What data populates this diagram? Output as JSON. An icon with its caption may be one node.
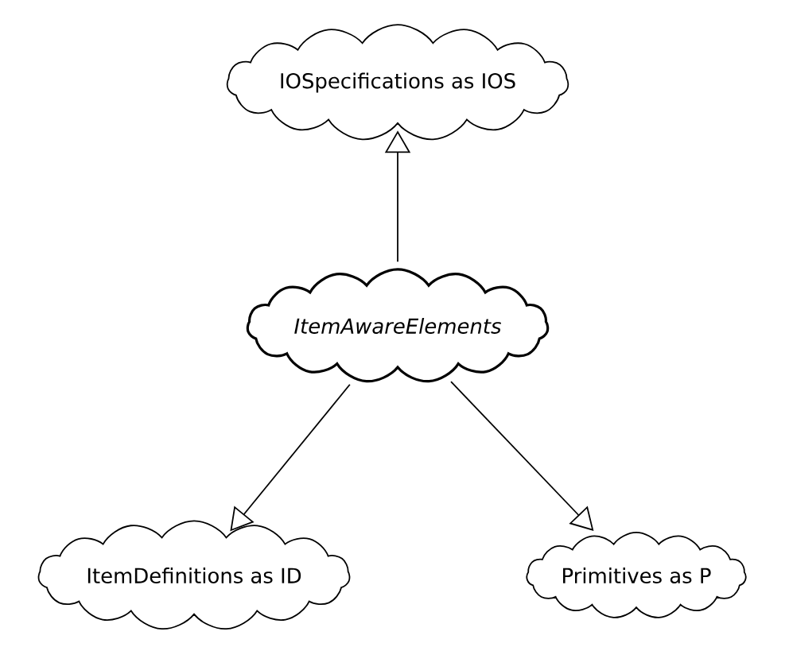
{
  "diagram": {
    "nodes": [
      {
        "text": [
          "IOSpecifications as IOS"
        ]
      },
      {
        "text": [
          "ItemAwareElements"
        ]
      },
      {
        "text": [
          "ItemDefinitions as ID"
        ]
      },
      {
        "text": [
          "Primitives as P"
        ]
      }
    ],
    "edges": [
      {
        "from": 1,
        "to": 0,
        "arrow": "to"
      },
      {
        "from": 1,
        "to": 2,
        "arrow": "to"
      },
      {
        "from": 1,
        "to": 3,
        "arrow": "to"
      }
    ]
  }
}
